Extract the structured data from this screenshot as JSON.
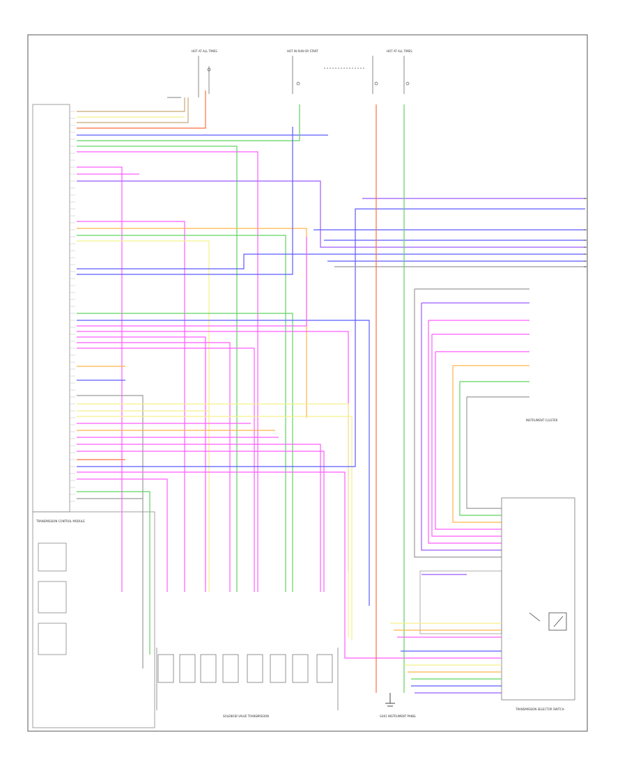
{
  "module_labels": {
    "tcm": "TRANSMISSION CONTROL MODULE",
    "valve_body": "SOLENOID VALVE TRANSMISSION",
    "selector": "TRANSMISSION SELECTOR SWITCH",
    "ground": "G401 INSTRUMENT PANEL",
    "fuse_top": "HOT AT ALL TIMES",
    "fuse_mid": "HOT IN RUN OR START",
    "fuse_right": "HOT AT ALL TIMES",
    "cluster": "INSTRUMENT CLUSTER"
  },
  "colors": {
    "red": "#ff6f3c",
    "green": "#5fd35f",
    "blue": "#5a5aff",
    "magenta": "#ff5cff",
    "yellow": "#f5f08a",
    "orange": "#ffb347",
    "violet": "#9b59ff",
    "brown": "#c8a878",
    "gray": "#999999",
    "black": "#333333"
  }
}
